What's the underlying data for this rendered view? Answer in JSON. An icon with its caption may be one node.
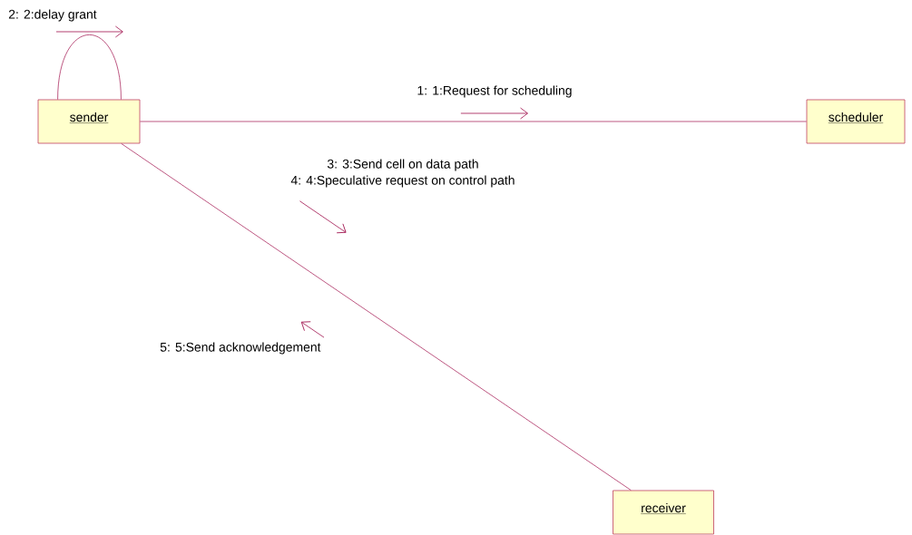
{
  "diagram": {
    "nodes": [
      {
        "text": [
          "sender"
        ]
      },
      {
        "text": [
          "scheduler"
        ]
      },
      {
        "text": [
          "receiver"
        ]
      }
    ],
    "edges": [
      {
        "from": 0,
        "to": 1,
        "arrow": "none"
      },
      {
        "from": 0,
        "to": 0,
        "arrow": "none"
      },
      {
        "from": 0,
        "to": 2,
        "arrow": "none"
      }
    ],
    "labels": [
      "2: 2:delay grant",
      "1: 1:Request for scheduling",
      "3: 3:Send cell on data path",
      "4: 4:Speculative request on control path",
      "5: 5:Send acknowledgement"
    ]
  }
}
